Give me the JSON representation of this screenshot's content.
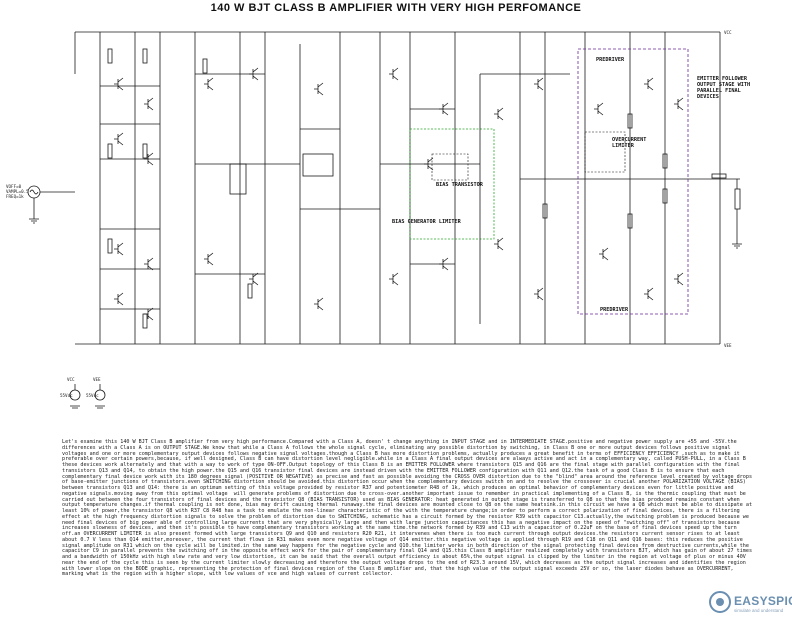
{
  "title": "140 W BJT CLASS B AMPLIFIER WITH  VERY HIGH PERFOMANCE",
  "annotations": {
    "predriver_top": "PREDRIVER",
    "predriver_bottom": "PREDRIVER",
    "emitter_follower": "EMITTER FOLLOWER\nOUTPUT STAGE WITH\nPARALLEL FINAL\nDEVICES",
    "overcurrent": "OVERCURRENT\nLIMITER",
    "bias_transistor": "BIAS TRANSISTOR",
    "bias_generator": "BIAS GENERATOR LIMITER",
    "source_v": "VOFF=0",
    "source_a": "VAMPL=0.5",
    "source_f": "FREQ=1k",
    "vcc": "VCC",
    "vee": "VEE",
    "vcc_val": "55Vdc",
    "vee_val": "55Vdc"
  },
  "description": "Let's examine this 140 W BJT Class B amplifier from very high performance.Compared with a Class A, doesn' t change anything in INPUT STAGE and in INTERMEDIATE STAGE.positive and negative power supply are +55 and -55V.the differences with a Class A is on OUTPUT STAGE.We know that while a Class A follows the whole signal cycle, eliminating any possible distortion by switching, in Class B one or more output devices follows positive signal voltages and one or more complementary output devices follows negative signal voltages.though a Class B has more distortion problems, actually produces a great benefit in terms of EFFICIENCY EFFICIENCY ,such as to make it preferable over certain powers,because, if well designed, Class B can have distortion level negligible.while in a Class A final output devices are always active and act in a complementary way, called PUSH-PULL, in a Class B these devices work alternately and that with a way to work of type ON-OFF.Output topology of this Class B is an EMITTER FOLLOWER where transistors Q15 and Q16 are the final stage with parallel configuration with the final transistors Q13 and Q14, to obtain the high power.the Q15 and Q16 transistor final devices are instead driven with the EMITTER FOLLOWER configuration with Q11 and Q12.the task of a good Class B is to ensure that each complementary final device work with its 180 degrees signal (POSITIVE OR NEGATIVE) as precise and fast as possible avoiding the CROSS OVER distortion due to the \"blind\" area around the reference level created by voltage drops of base-emitter junctions of transistors.even SWITCHING distortion should be avoided.this distortion occur when the complementary devices switch on and to resolve the crossover is crucial another POLARIZATION VOLTAGE (BIAS) between transistors Q13 and Q14: there is an optimum setting of this voltage provided by resistor R37 and potentiometer R48 of 1k, which produces an optimal behavior of complementary devices even for little positive and negative signals.moving away from this optimal voltage  will generate problems of distortion due to cross-over.another important issue to remember in practical implementing of a Class B, is the thermic coupling that must be carried out between the four transistors of final devices and the transistor Q8 (BIAS TRANSISTOR) used as BIAS GENERATOR: heat generated in output stage is transferred to Q8 so that the bias produced remains constant when output temperature changes.if thermal coupling is not done, bias may drift causing thermal runaway.the final devices are mounted close to Q8 on the same heatsink.in this circuit we have a Q8 which must be able to dissipate at least 10% of power,the transistor Q8 with R37 C8 R48 has a task to emulate the non-linear characteristic of the with the temperature change;in order to perform a correct polarization of final devices, there is a filtering effect at the high frequency distortion signals to solve the problem of distortion due to SWITCHING, schematic has a circuit formed by the resistor R39 with capacitor C13.actually,the switching problem is produced because we need final devices of big power able of controlling large currents that are very physically large and then with large junction capacitances this has a negative impact on the speed of \"switching off\" of transistors because increases slowness of devices, and then it's possible to have complementary transistors working at the same time.the network formed by R39 and C13 with a capacitor of 0.22uF on the base of final devices speed up the turn off.an OVERCURRENT LIMITER is also present formed with large transistors Q9 and Q10 and resistors R20 R21, it intervenes when there is too much current through output devices.the resistors current sensor rises to at least about 0.7 V less than Q14 emitter,moreover, the current that flows in R31 makes even more negative voltage of Q14 emitter.this negative voltage is applied through R19 and C18 on Q11 and Q16 bases: this reduces the positive signal amplitude on R31 which on the cycle will be limited.in the same way happens for the negative cycle and Q10.the limiter works in both direction of the signal protecting final devices from destructive currents,while the capacitor C9 in parallel prevents the switching off in the opposite effect work for the pair of complementary final Q14 and Q15.this Class B amplifier realized completely with transistors BJT, which has gain of about 27 times and a bandwidth of 150kHz with high slew rate and very low distortion, it can be said that the overall output efficiency is about 65%,the output signal is clipped by the limiter in the region at voltage of plus or minus 40V near the end of the cycle this is seen by the current limiter slowly decreasing and therefore the output voltage drops to the end of R23.3 around 15V, which decreases as the output signal increases and identifies the region with lower slope on the BODE graphic, representing the protection of final devices region of the Class B amplifier and, that the high value of the output signal exceeds 25V or so, the laser diodes behave as OVERCURRENT, marking what is the region with a higher slope, with low values of vce and high values of current collector."
}
